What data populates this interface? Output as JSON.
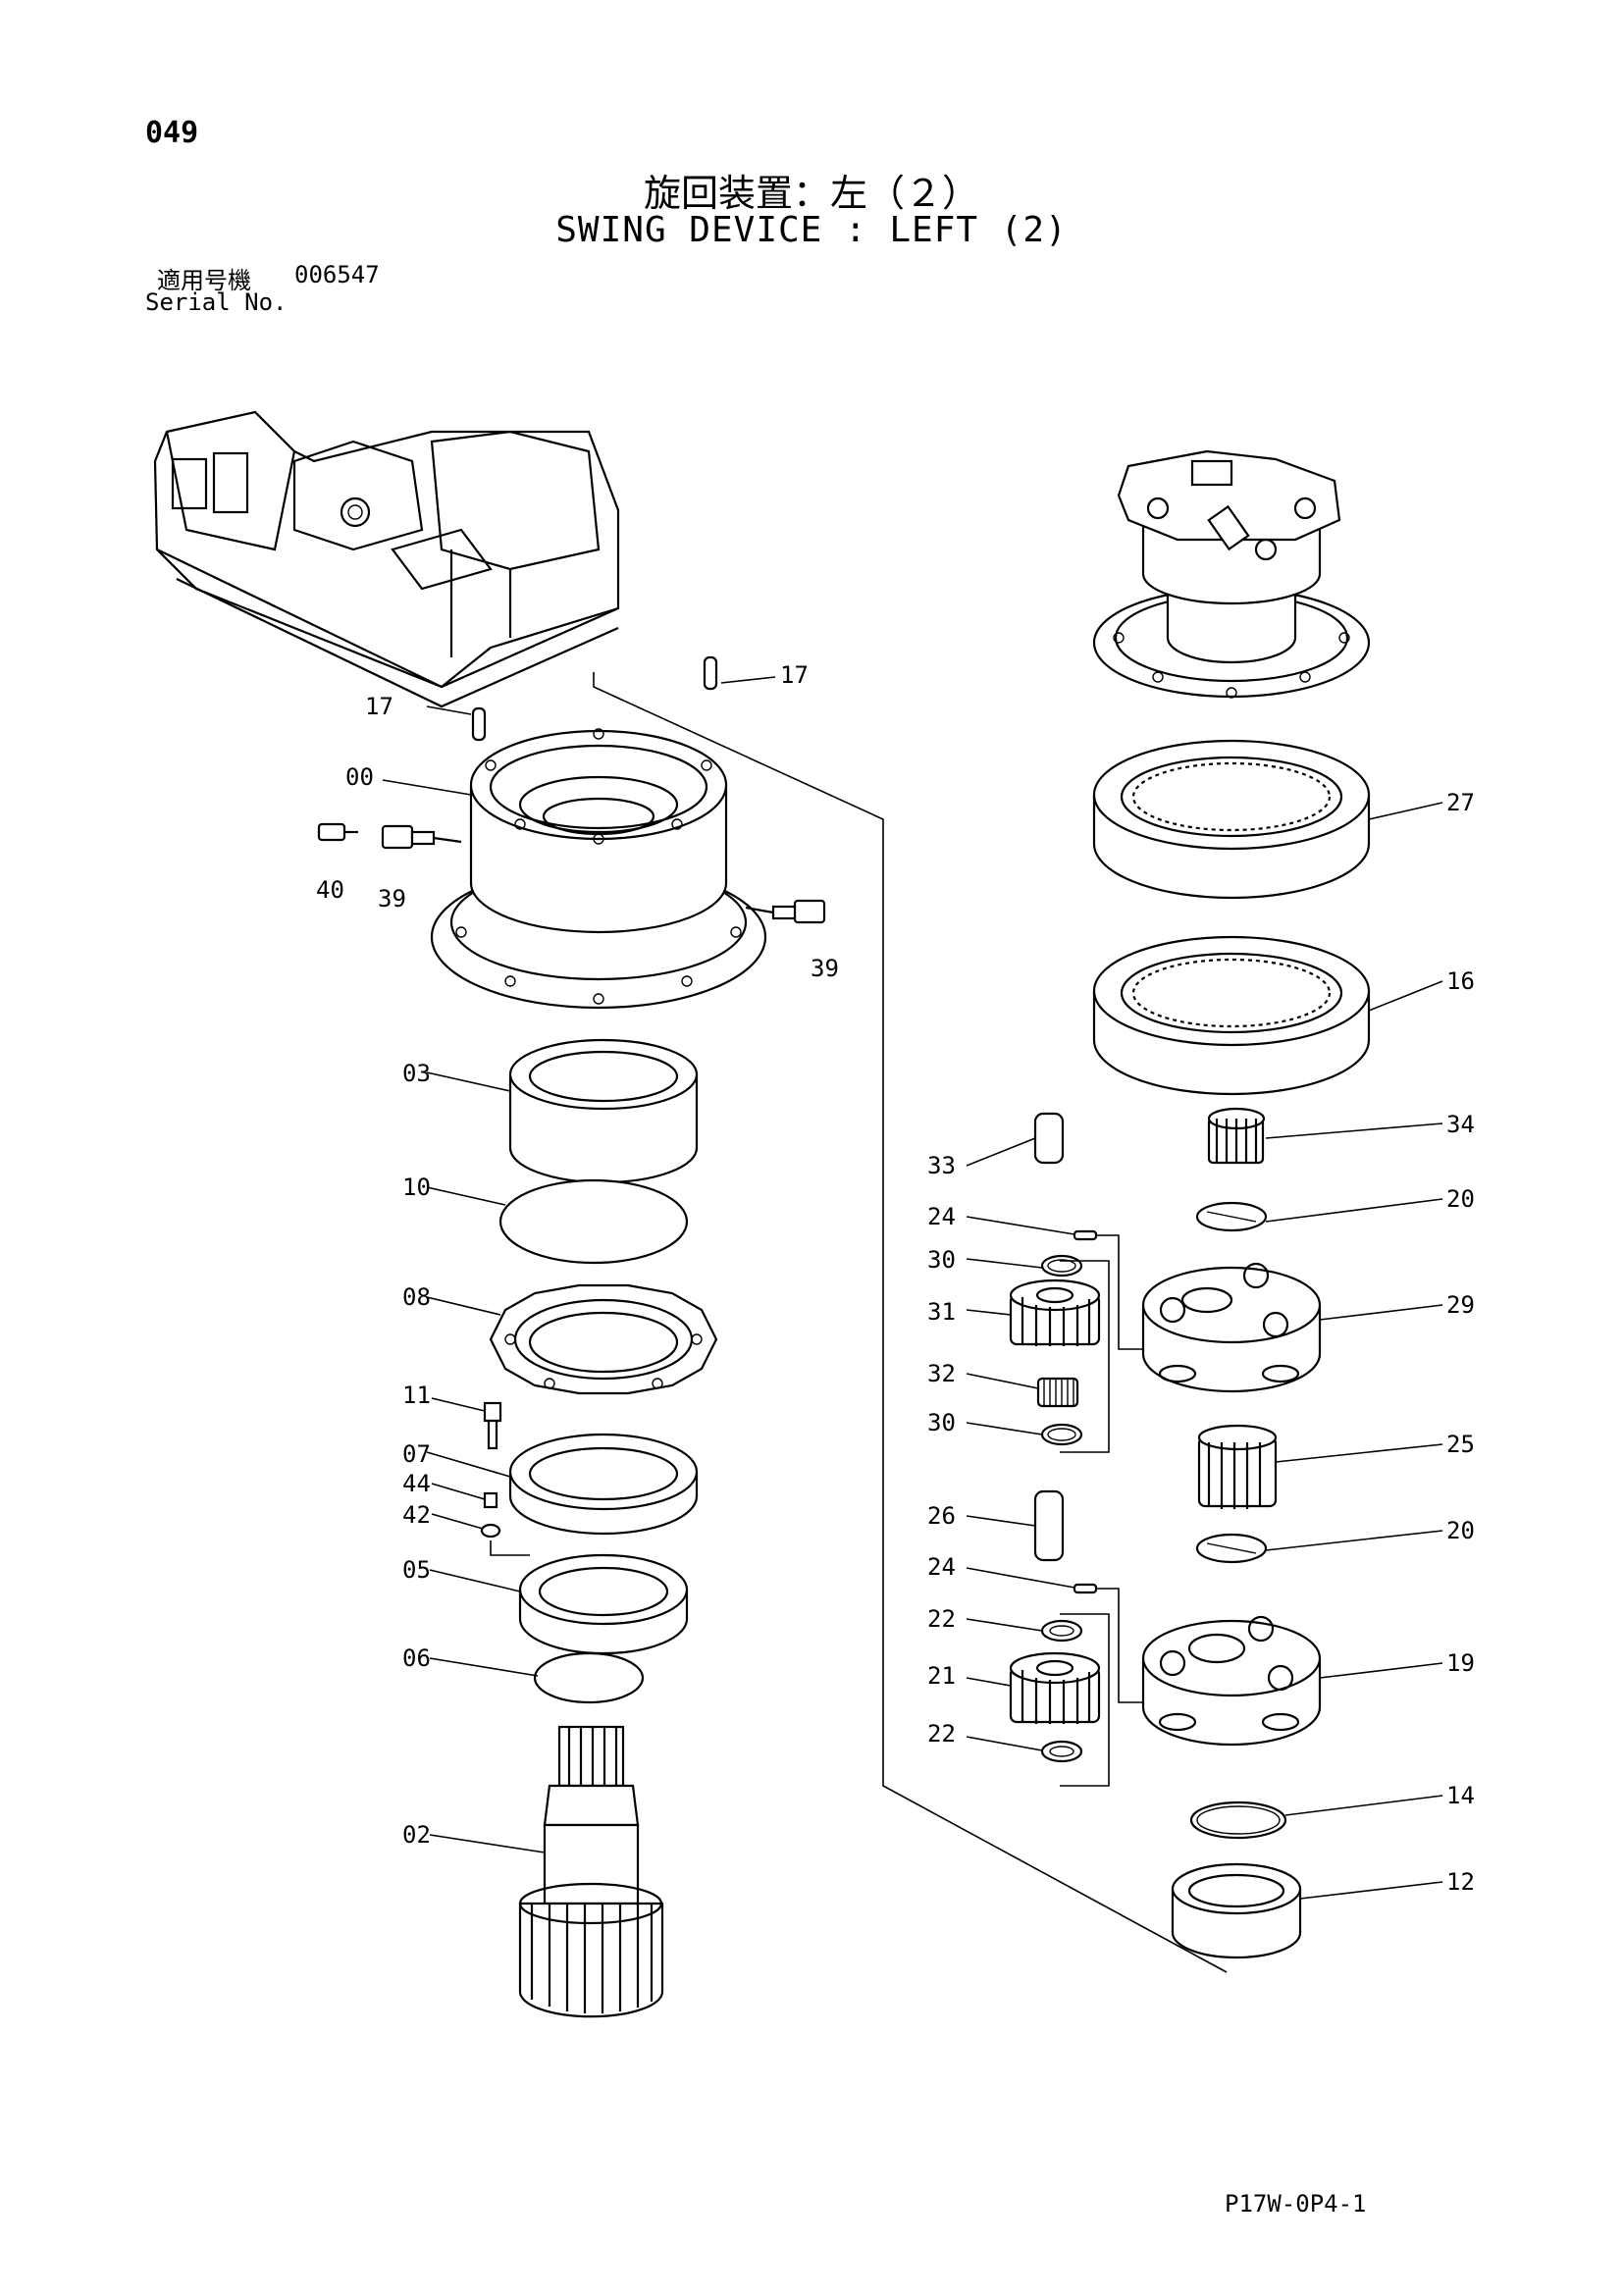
{
  "page_number": "049",
  "title_jp": "旋回装置：左（２）",
  "title_en": "SWING DEVICE : LEFT (2)",
  "serial": {
    "label_jp": "適用号機",
    "label_en": "Serial No.",
    "value": "006547"
  },
  "drawing_code": "P17W-0P4-1",
  "callouts": {
    "c17a": "17",
    "c17b": "17",
    "c00": "00",
    "c40": "40",
    "c39a": "39",
    "c39b": "39",
    "c03": "03",
    "c10": "10",
    "c08": "08",
    "c11": "11",
    "c07": "07",
    "c44": "44",
    "c42": "42",
    "c05": "05",
    "c06": "06",
    "c02": "02",
    "c27": "27",
    "c16": "16",
    "c34": "34",
    "c33": "33",
    "c20a": "20",
    "c24a": "24",
    "c30a": "30",
    "c29": "29",
    "c31": "31",
    "c32": "32",
    "c30b": "30",
    "c25": "25",
    "c26": "26",
    "c20b": "20",
    "c24b": "24",
    "c22a": "22",
    "c19": "19",
    "c21": "21",
    "c22b": "22",
    "c14": "14",
    "c12": "12"
  }
}
